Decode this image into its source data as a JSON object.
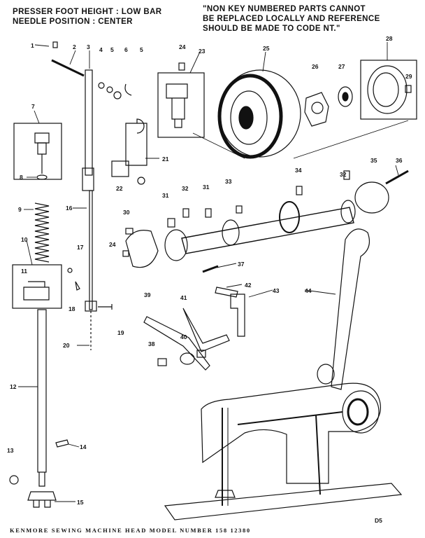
{
  "header": {
    "presser_foot_line": "PRESSER FOOT HEIGHT : LOW BAR",
    "needle_position_line": "NEEDLE POSITION : CENTER",
    "notice_line1": "\"NON KEY NUMBERED PARTS CANNOT",
    "notice_line2": "BE REPLACED LOCALLY AND REFERENCE",
    "notice_line3": "SHOULD BE MADE TO CODE NT.\""
  },
  "callouts": [
    "1",
    "2",
    "3",
    "4",
    "5",
    "6",
    "5",
    "7",
    "8",
    "9",
    "10",
    "11",
    "12",
    "13",
    "14",
    "15",
    "16",
    "17",
    "18",
    "19",
    "20",
    "21",
    "22",
    "23",
    "24",
    "24",
    "25",
    "26",
    "27",
    "28",
    "29",
    "30",
    "31",
    "31",
    "32",
    "32",
    "33",
    "34",
    "35",
    "36",
    "37",
    "38",
    "39",
    "40",
    "41",
    "42",
    "43",
    "44"
  ],
  "footer": {
    "title": "KENMORE SEWING MACHINE HEAD MODEL NUMBER 158 12380",
    "page_mark": "D5"
  }
}
